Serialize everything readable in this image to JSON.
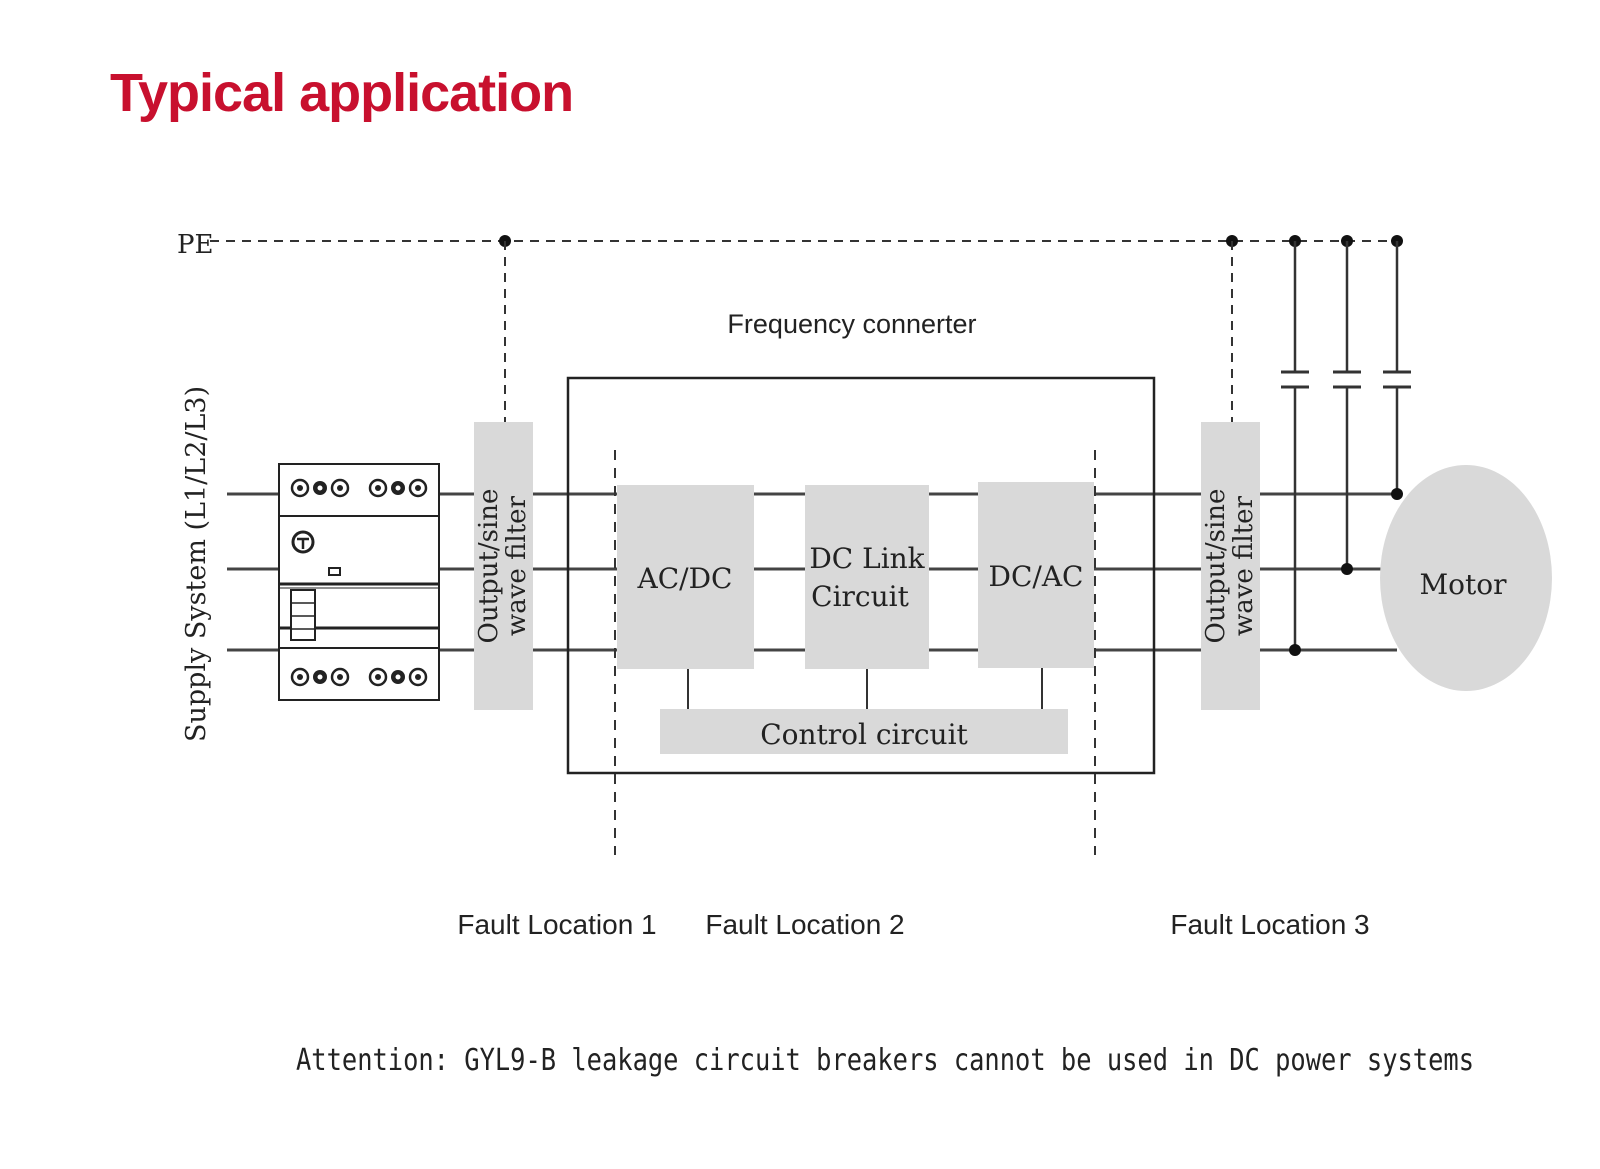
{
  "title": "Typical application",
  "diagram": {
    "pe_label": "PE",
    "supply_label": "Supply System (L1/L2/L3)",
    "converter_label": "Frequency connerter",
    "filter_label_line1": "Output/sine",
    "filter_label_line2": "wave filter",
    "ac_dc_label": "AC/DC",
    "dc_link_line1": "DC Link",
    "dc_link_line2": "Circuit",
    "dc_ac_label": "DC/AC",
    "control_label": "Control circuit",
    "motor_label": "Motor",
    "fault_locations": [
      "Fault Location 1",
      "Fault Location 2",
      "Fault Location 3"
    ],
    "attention": "Attention: GYL9-B leakage circuit breakers cannot be used in DC power systems"
  },
  "colors": {
    "title": "#c8102e",
    "block_fill": "#d9d9d9",
    "line": "#333333",
    "text": "#222222"
  }
}
